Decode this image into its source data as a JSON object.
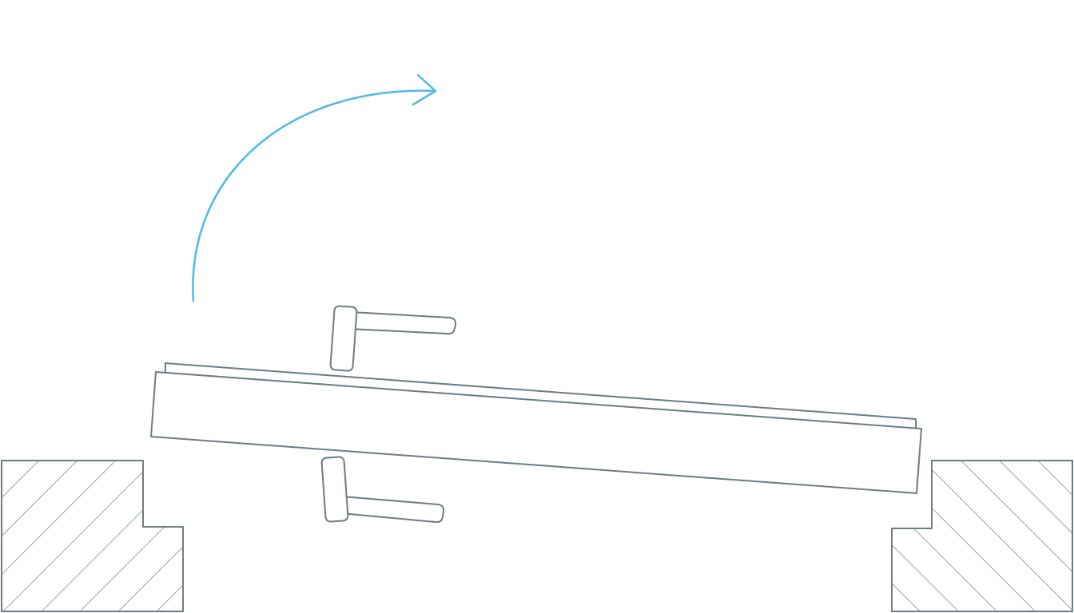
{
  "diagram": {
    "type": "casement-window-sash-opening-section",
    "rotation_direction": "clockwise",
    "hatch_angle_left": "descending-45",
    "hatch_angle_right": "ascending-45"
  },
  "icons": {
    "rotation": "curved-arrow-icon",
    "handle_top": "window-handle-icon",
    "handle_bottom": "window-handle-icon"
  },
  "colors": {
    "background": "#ffffff",
    "outline": "#6a7c84",
    "arrow": "#4fb8e6"
  }
}
